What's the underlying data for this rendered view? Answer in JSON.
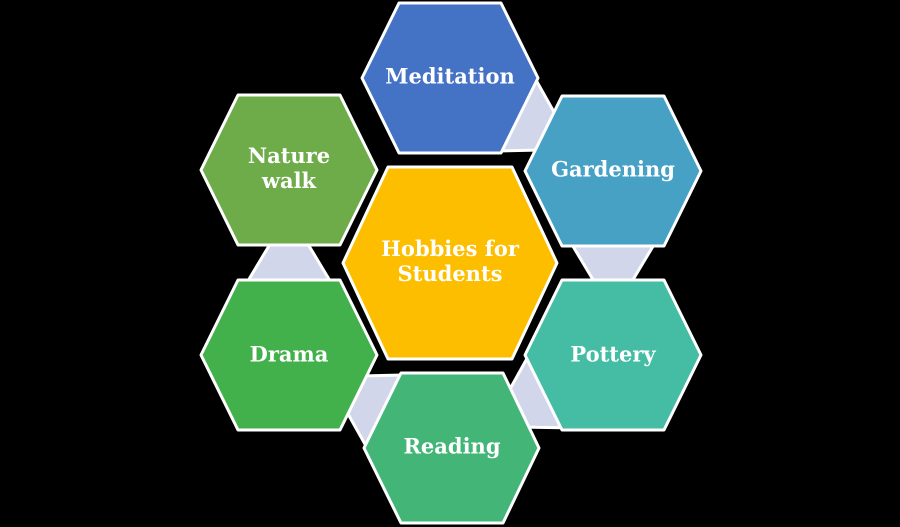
{
  "diagram": {
    "type": "hexagon-cluster",
    "background_color": "#000000",
    "border_color": "#FFFFFF",
    "text_color": "#FFFFFF",
    "connector_color": "#D1D6EA",
    "center": {
      "label": "Hobbies for Students",
      "color": "#FEBE00"
    },
    "nodes": [
      {
        "label": "Meditation",
        "color": "#4472C4"
      },
      {
        "label": "Gardening",
        "color": "#47A1C5"
      },
      {
        "label": "Pottery",
        "color": "#45BCA4"
      },
      {
        "label": "Reading",
        "color": "#43B677"
      },
      {
        "label": "Drama",
        "color": "#43B14B"
      },
      {
        "label": "Nature walk",
        "color": "#6EAC49"
      }
    ],
    "connections": [
      {
        "from": "Meditation",
        "to": "Gardening"
      },
      {
        "from": "Gardening",
        "to": "Pottery"
      },
      {
        "from": "Pottery",
        "to": "Reading"
      },
      {
        "from": "Reading",
        "to": "Drama"
      },
      {
        "from": "Drama",
        "to": "Nature walk"
      }
    ]
  }
}
